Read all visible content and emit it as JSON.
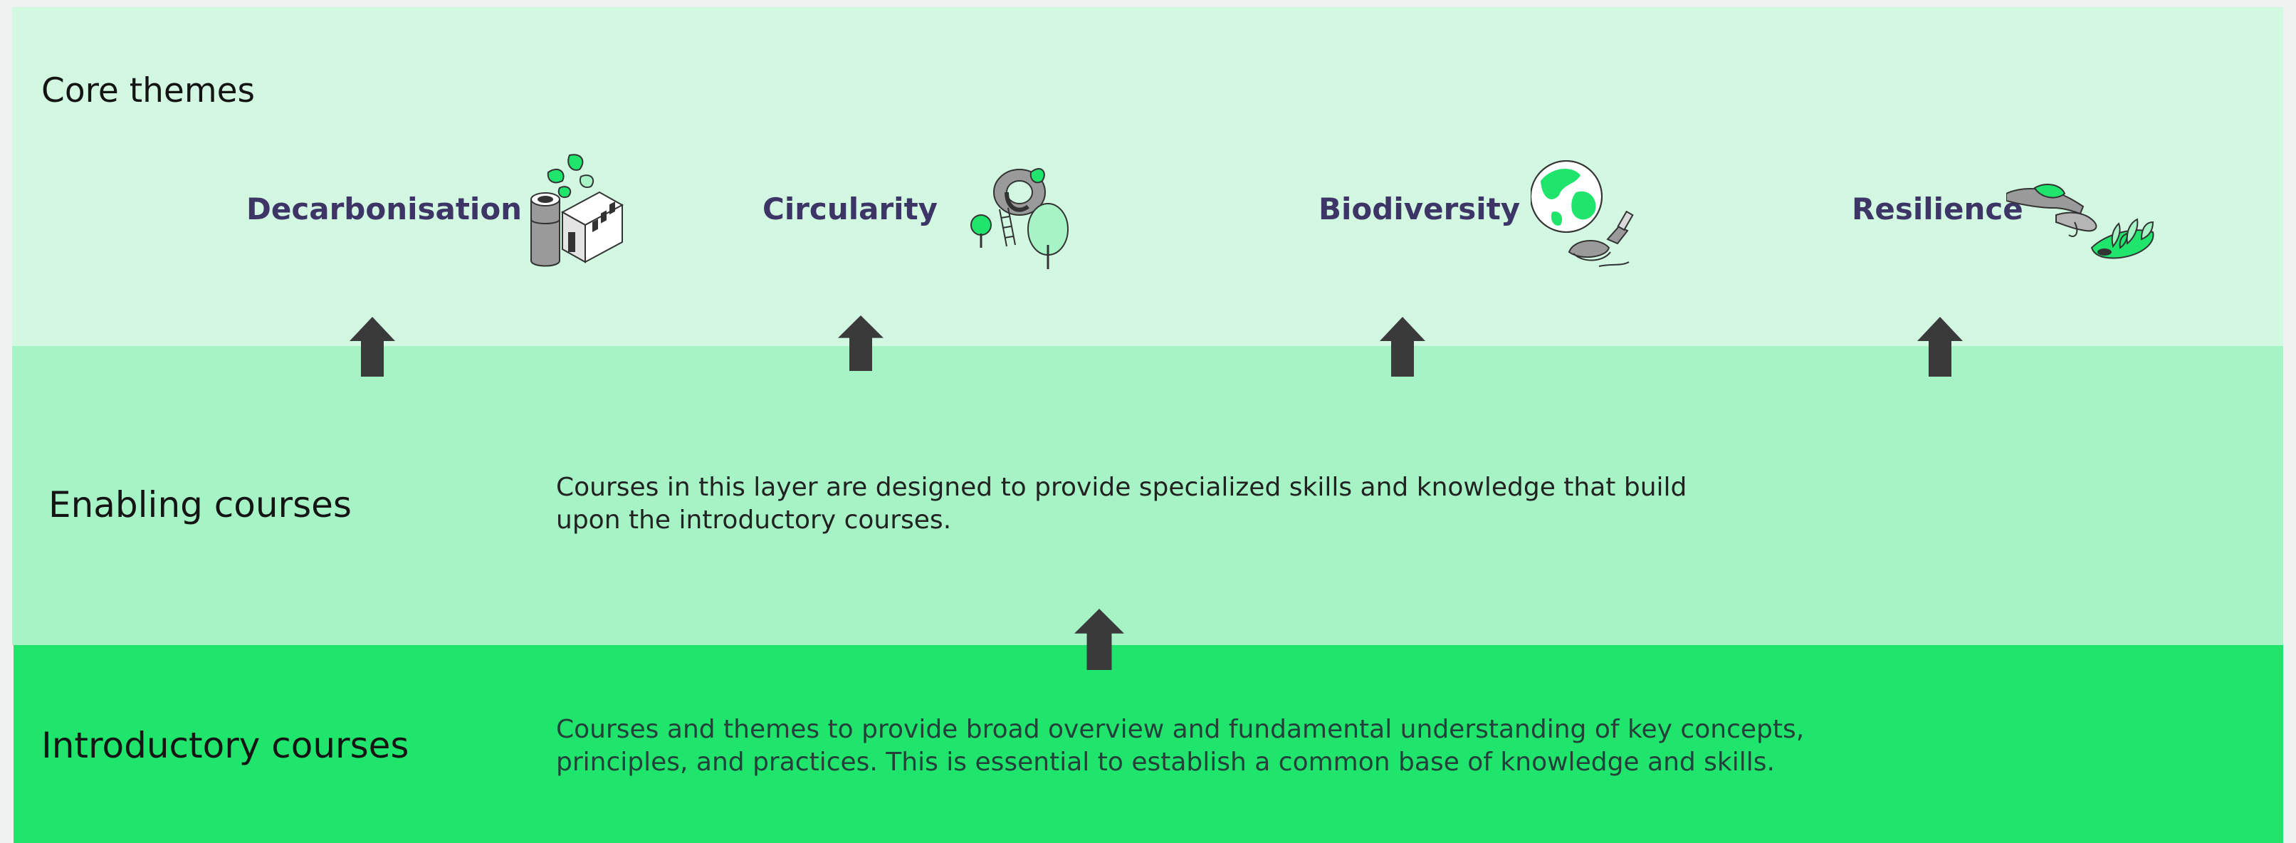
{
  "layers": {
    "core": {
      "title": "Core themes"
    },
    "enabling": {
      "title": "Enabling courses",
      "description_line1": "Courses  in this layer are designed to provide specialized skills and knowledge that build",
      "description_line2": "upon the introductory courses."
    },
    "introductory": {
      "title": "Introductory courses",
      "description_line1": "Courses and themes to provide broad overview and fundamental understanding of key concepts,",
      "description_line2": "principles, and practices. This is essential to establish a common base of knowledge and skills."
    }
  },
  "themes": [
    {
      "label": "Decarbonisation",
      "icon": "factory-with-leaves-icon"
    },
    {
      "label": "Circularity",
      "icon": "tyre-and-trees-icon"
    },
    {
      "label": "Biodiversity",
      "icon": "globe-and-soil-icon"
    },
    {
      "label": "Resilience",
      "icon": "hands-and-plants-icon"
    }
  ],
  "colors": {
    "core_band": "#d3f8e2",
    "enabling_band": "#a6f4c5",
    "introductory_band": "#20e56c",
    "theme_text": "#3c3566",
    "arrow": "#3a3a3a",
    "icon_green": "#20e56c",
    "icon_grey": "#9a9a9a"
  }
}
